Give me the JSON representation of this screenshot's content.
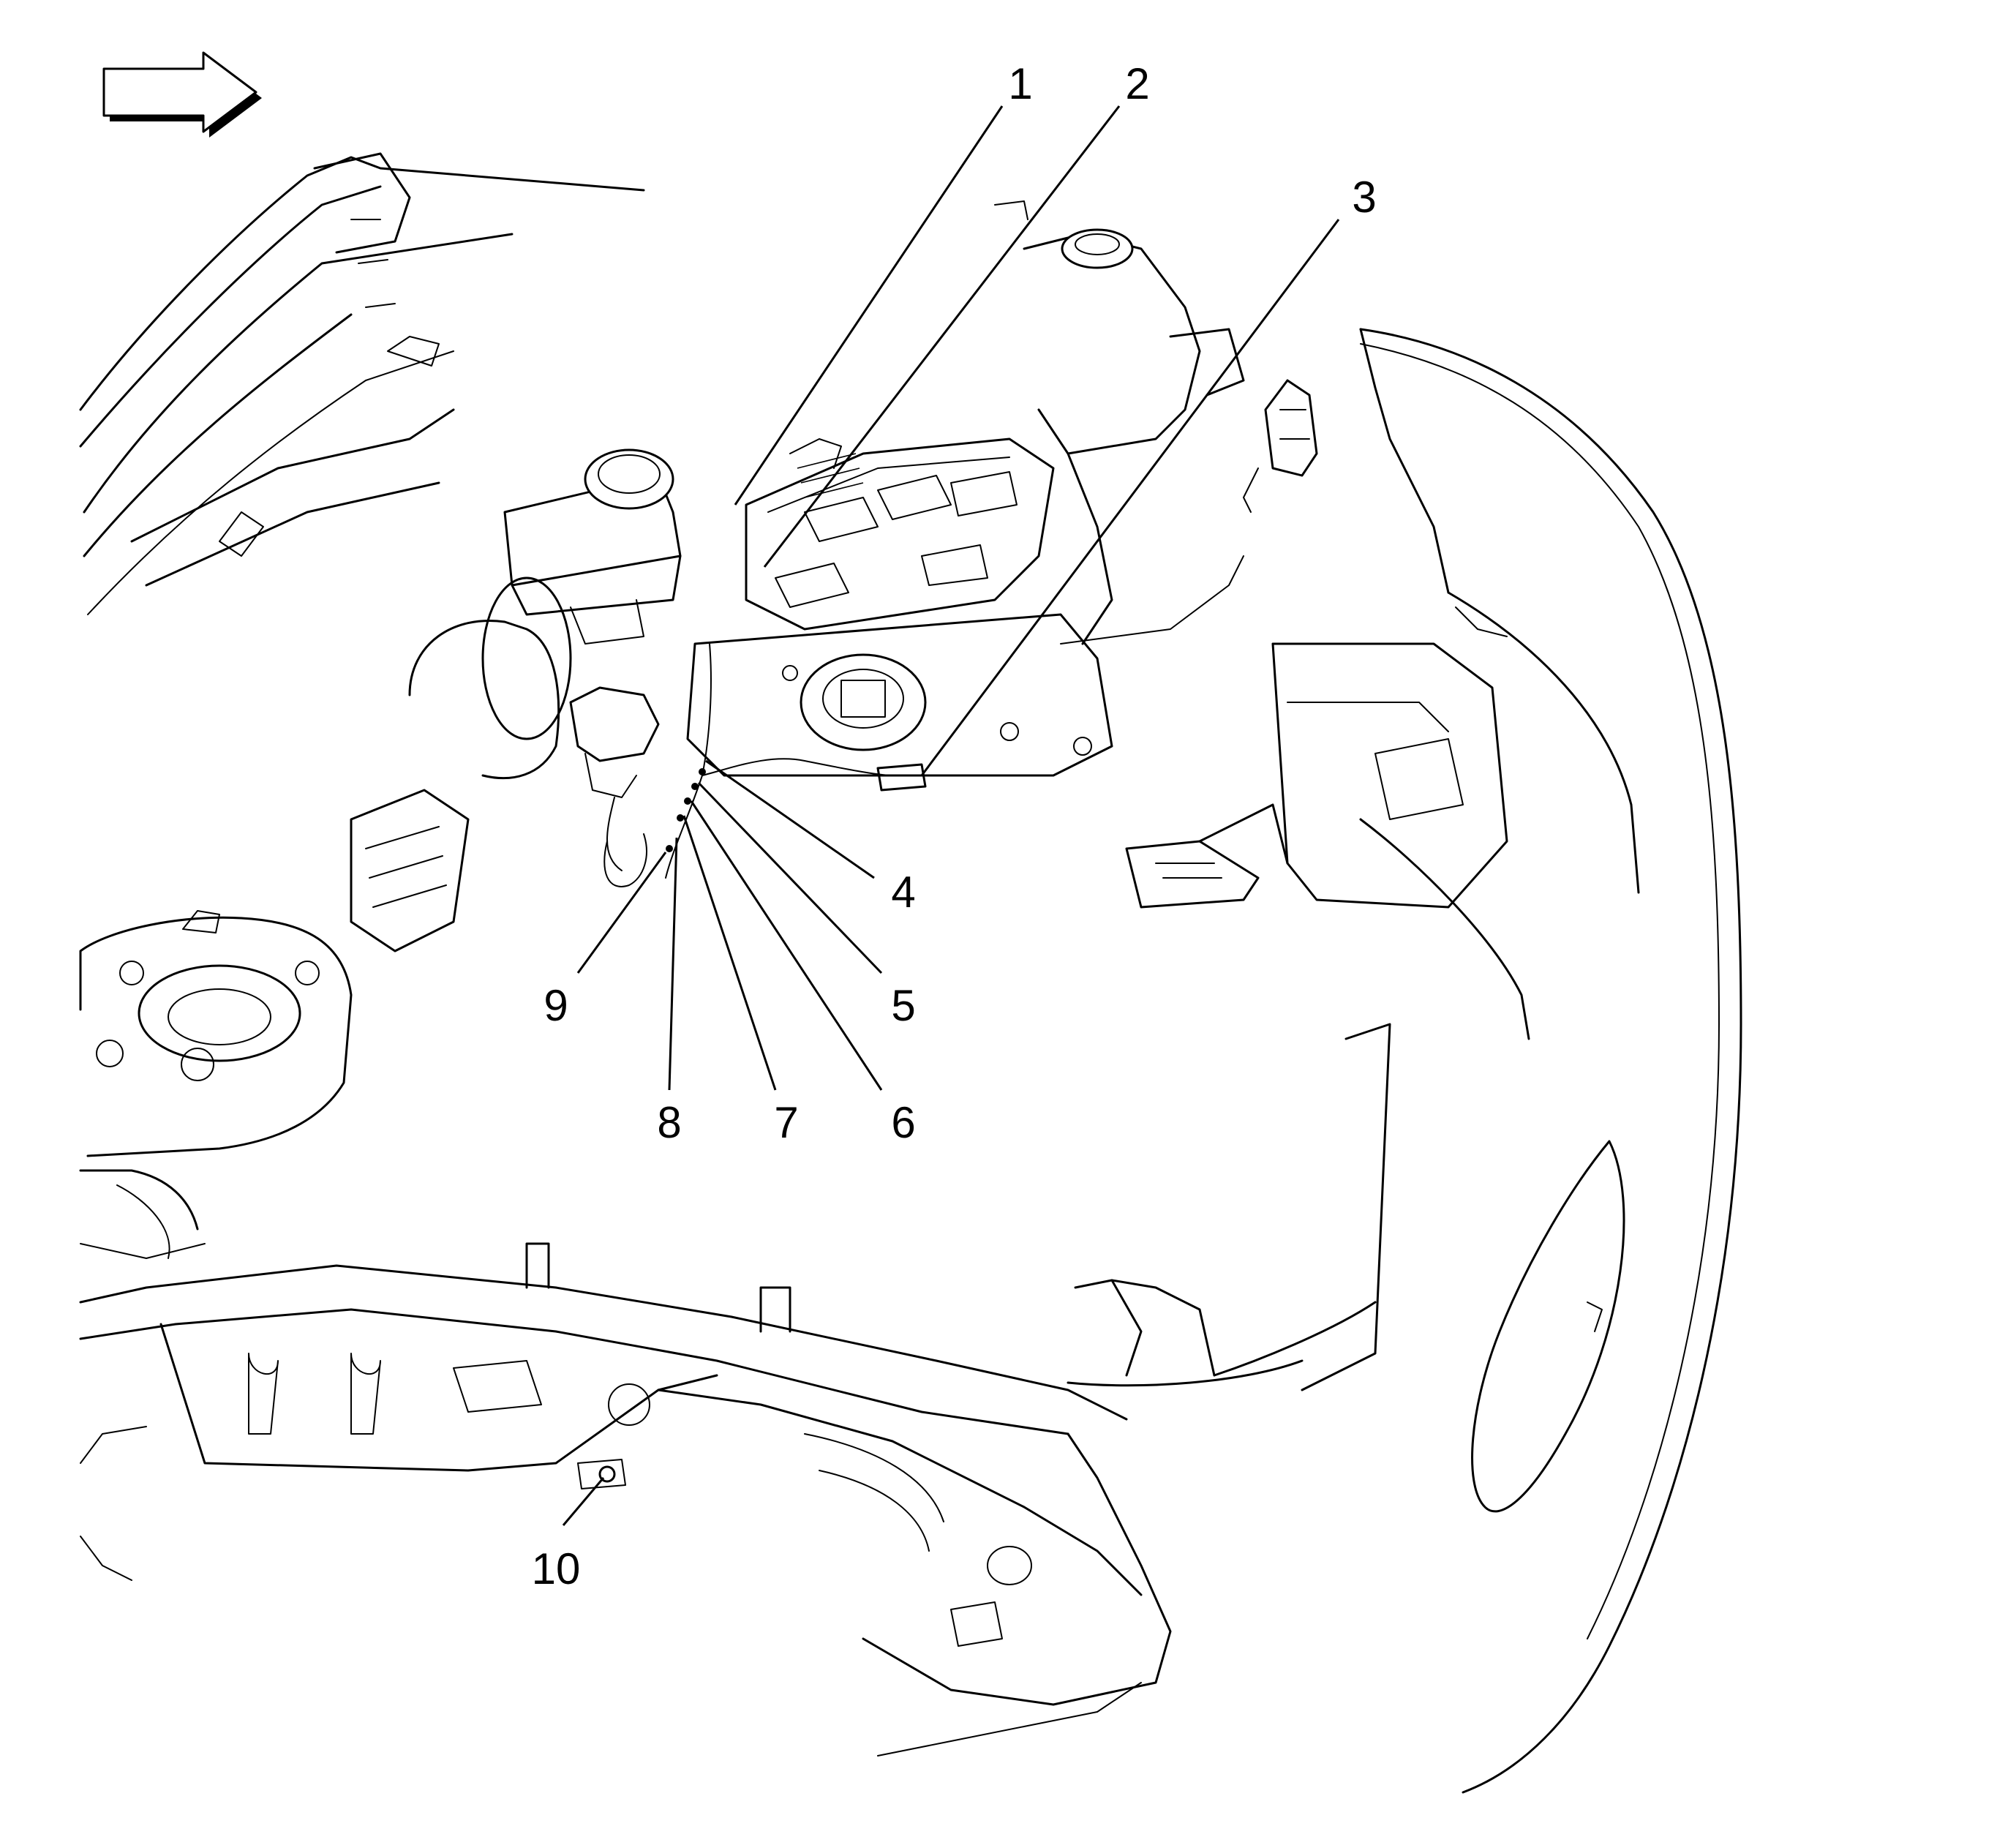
{
  "callouts": [
    {
      "id": "1",
      "label": "1"
    },
    {
      "id": "2",
      "label": "2"
    },
    {
      "id": "3",
      "label": "3"
    },
    {
      "id": "4",
      "label": "4"
    },
    {
      "id": "5",
      "label": "5"
    },
    {
      "id": "6",
      "label": "6"
    },
    {
      "id": "7",
      "label": "7"
    },
    {
      "id": "8",
      "label": "8"
    },
    {
      "id": "9",
      "label": "9"
    },
    {
      "id": "10",
      "label": "10"
    }
  ],
  "direction_arrow": {
    "icon": "right-arrow-icon",
    "direction": "vehicle-forward"
  },
  "colors": {
    "line": "#000000",
    "background": "#ffffff"
  }
}
